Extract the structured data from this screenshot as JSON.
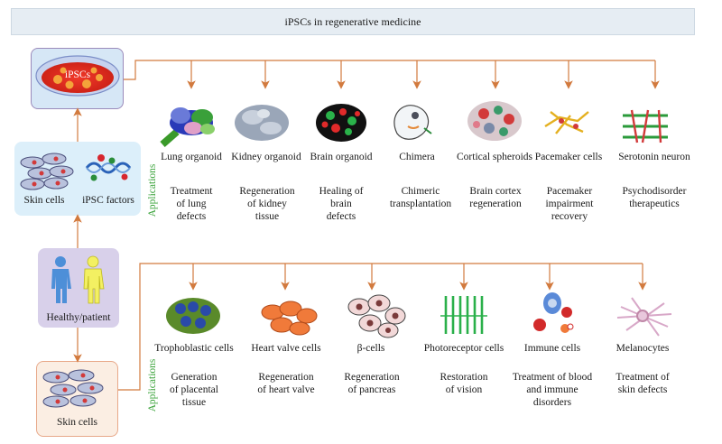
{
  "title": "iPSCs in regenerative medicine",
  "left": {
    "ipsc_label": "iPSCs",
    "skin_cells_label": "Skin cells",
    "ipsc_factors_label": "iPSC factors",
    "patient_label": "Healthy/patient",
    "skin_cells_bottom_label": "Skin cells"
  },
  "applications_label": "Applications",
  "top_row": [
    {
      "name": "Lung organoid",
      "desc": [
        "Treatment",
        "of lung",
        "defects"
      ]
    },
    {
      "name": "Kidney organoid",
      "desc": [
        "Regeneration",
        "of kidney",
        "tissue"
      ]
    },
    {
      "name": "Brain organoid",
      "desc": [
        "Healing of",
        "brain",
        "defects"
      ]
    },
    {
      "name": "Chimera",
      "desc": [
        "Chimeric",
        "transplantation"
      ]
    },
    {
      "name": "Cortical spheroids",
      "desc": [
        "Brain cortex",
        "regeneration"
      ]
    },
    {
      "name": "Pacemaker cells",
      "desc": [
        "Pacemaker",
        "impairment",
        "recovery"
      ]
    },
    {
      "name": "Serotonin neuron",
      "desc": [
        "Psychodisorder",
        "therapeutics"
      ]
    }
  ],
  "bottom_row": [
    {
      "name": "Trophoblastic cells",
      "desc": [
        "Generation",
        "of placental",
        "tissue"
      ]
    },
    {
      "name": "Heart valve cells",
      "desc": [
        "Regeneration",
        "of heart valve"
      ]
    },
    {
      "name": "β-cells",
      "desc": [
        "Regeneration",
        "of pancreas"
      ]
    },
    {
      "name": "Photoreceptor cells",
      "desc": [
        "Restoration",
        "of vision"
      ]
    },
    {
      "name": "Immune cells",
      "desc": [
        "Treatment of blood",
        "and immune",
        "disorders"
      ]
    },
    {
      "name": "Melanocytes",
      "desc": [
        "Treatment of",
        "skin defects"
      ]
    }
  ],
  "colors": {
    "connector": "#d27a3e",
    "applications": "#3aa33a",
    "title_bg": "#e6edf3"
  }
}
